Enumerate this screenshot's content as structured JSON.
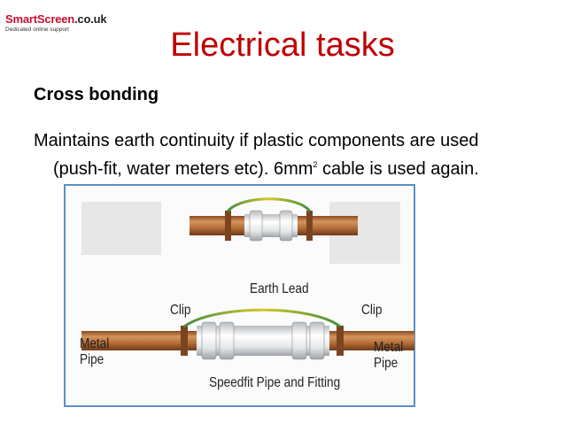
{
  "logo": {
    "brand": "SmartScreen",
    "tld": ".co.uk",
    "tagline": "Dedicated online support"
  },
  "slide": {
    "title": "Electrical tasks",
    "subtitle": "Cross bonding",
    "body_line1": "Maintains earth continuity if plastic components are used",
    "body_line2_pre": "(push-fit, water meters etc). 6mm",
    "body_sup": "2",
    "body_line2_post": " cable is used again."
  },
  "figure": {
    "labels": {
      "earth_lead": "Earth Lead",
      "clip_left": "Clip",
      "clip_right": "Clip",
      "metal_pipe_left": "Metal\nPipe",
      "metal_pipe_right": "Metal\nPipe",
      "fitting": "Speedfit Pipe and Fitting"
    },
    "colors": {
      "copper": "#b8703a",
      "copper_dark": "#7a4420",
      "plastic": "#e8eaec",
      "earth_wire_green": "#3f8f3a",
      "earth_wire_yellow": "#d8c62a",
      "frame": "#5b8fc4"
    }
  }
}
